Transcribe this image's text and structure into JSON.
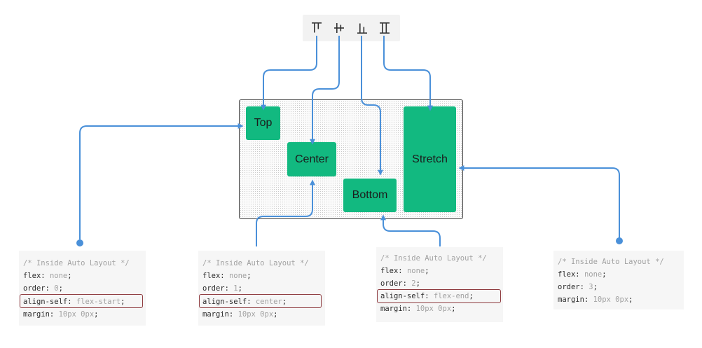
{
  "toolbar": {
    "icons": [
      "align-top-icon",
      "align-center-icon",
      "align-bottom-icon",
      "stretch-icon"
    ]
  },
  "frame": {
    "children": {
      "top": "Top",
      "center": "Center",
      "bottom": "Bottom",
      "stretch": "Stretch"
    }
  },
  "cards": [
    {
      "comment": "/* Inside Auto Layout */",
      "flex_prop": "flex: ",
      "flex_val": "none",
      "flex_end": ";",
      "order_prop": "order: ",
      "order_val": "0",
      "order_end": ";",
      "align_prop": "align-self: ",
      "align_val": "flex-start",
      "align_end": ";",
      "margin_prop": "margin: ",
      "margin_val": "10px 0px",
      "margin_end": ";"
    },
    {
      "comment": "/* Inside Auto Layout */",
      "flex_prop": "flex: ",
      "flex_val": "none",
      "flex_end": ";",
      "order_prop": "order: ",
      "order_val": "1",
      "order_end": ";",
      "align_prop": "align-self: ",
      "align_val": "center",
      "align_end": ";",
      "margin_prop": "margin: ",
      "margin_val": "10px 0px",
      "margin_end": ";"
    },
    {
      "comment": "/* Inside Auto Layout */",
      "flex_prop": "flex: ",
      "flex_val": "none",
      "flex_end": ";",
      "order_prop": "order: ",
      "order_val": "2",
      "order_end": ";",
      "align_prop": "align-self: ",
      "align_val": "flex-end",
      "align_end": ";",
      "margin_prop": "margin: ",
      "margin_val": "10px 0px",
      "margin_end": ";"
    },
    {
      "comment": "/* Inside Auto Layout */",
      "flex_prop": "flex: ",
      "flex_val": "none",
      "flex_end": ";",
      "order_prop": "order: ",
      "order_val": "3",
      "order_end": ";",
      "margin_prop": "margin: ",
      "margin_val": "10px 0px",
      "margin_end": ";"
    }
  ],
  "colors": {
    "accent_green": "#12b980",
    "connector_blue": "#4a90d9",
    "highlight_border": "#8f3c40",
    "frame_border": "#404040"
  }
}
